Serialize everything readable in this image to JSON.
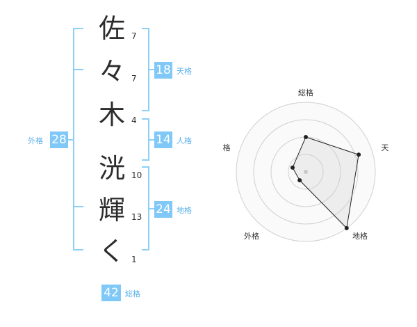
{
  "name": {
    "chars": [
      {
        "char": "佐",
        "strokes": "7"
      },
      {
        "char": "々",
        "strokes": "7"
      },
      {
        "char": "木",
        "strokes": "4"
      },
      {
        "char": "洸",
        "strokes": "10"
      },
      {
        "char": "輝",
        "strokes": "13"
      },
      {
        "char": "く",
        "strokes": "1"
      }
    ]
  },
  "scores": {
    "tenkaku": {
      "value": "18",
      "label": "天格"
    },
    "jinkaku": {
      "value": "14",
      "label": "人格"
    },
    "chikaku": {
      "value": "24",
      "label": "地格"
    },
    "gaikaku": {
      "value": "28",
      "label": "外格"
    },
    "soukaku": {
      "value": "42",
      "label": "総格"
    }
  },
  "colors": {
    "accent": "#7fc8f8",
    "bracket": "#8ccff7"
  },
  "chart_data": {
    "type": "radar",
    "axes": [
      "総格",
      "天格",
      "地格",
      "外格",
      "人格"
    ],
    "values": [
      0.5,
      0.8,
      1.0,
      0.15,
      0.2
    ],
    "rings": 4
  }
}
